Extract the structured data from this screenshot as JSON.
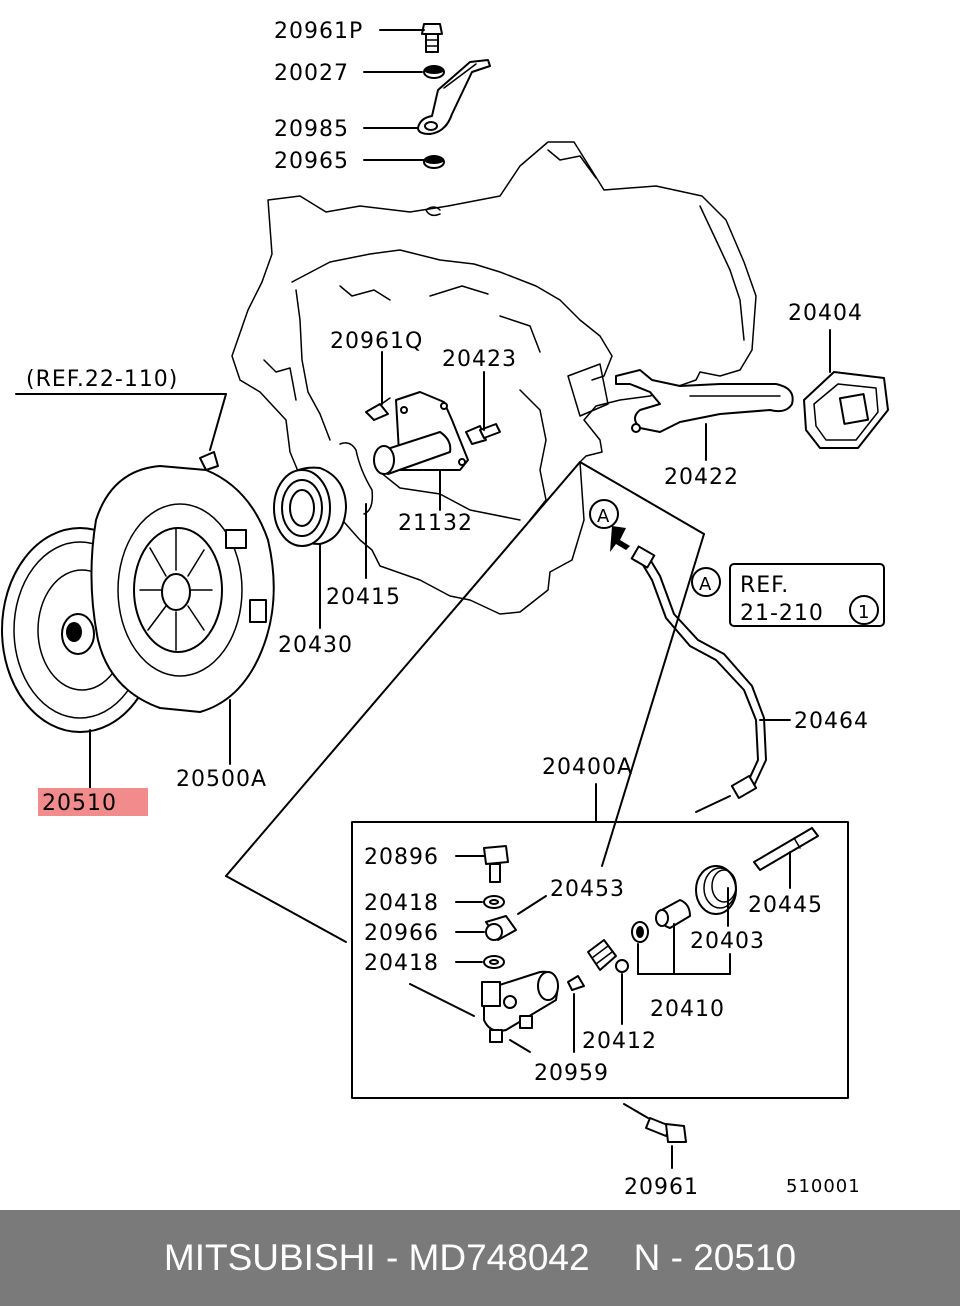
{
  "labels": {
    "p20961P": "20961P",
    "p20027": "20027",
    "p20985": "20985",
    "p20965": "20965",
    "p20404": "20404",
    "ref22110": "(REF.22-110)",
    "p20961Q": "20961Q",
    "p20423": "20423",
    "p20422": "20422",
    "p21132": "21132",
    "p20415": "20415",
    "p20430": "20430",
    "circleA1": "A",
    "circleA2": "A",
    "refBoxLine1": "REF.",
    "refBoxLine2": "21-210",
    "refBoxNum": "1",
    "p20464": "20464",
    "p20500A": "20500A",
    "p20510": "20510",
    "p20400A": "20400A",
    "p20896": "20896",
    "p20418a": "20418",
    "p20966": "20966",
    "p20418b": "20418",
    "p20453": "20453",
    "p20445": "20445",
    "p20403": "20403",
    "p20410": "20410",
    "p20412": "20412",
    "p20959": "20959",
    "p20961": "20961",
    "diagramCode": "510001"
  },
  "highlight_color": "#f28c8c",
  "footer": {
    "brand": "MITSUBISHI",
    "sep1": "-",
    "part_number": "MD748042",
    "n_label": "N",
    "sep2": "-",
    "n_value": "20510"
  },
  "footer_bg": "#7a7a7a"
}
